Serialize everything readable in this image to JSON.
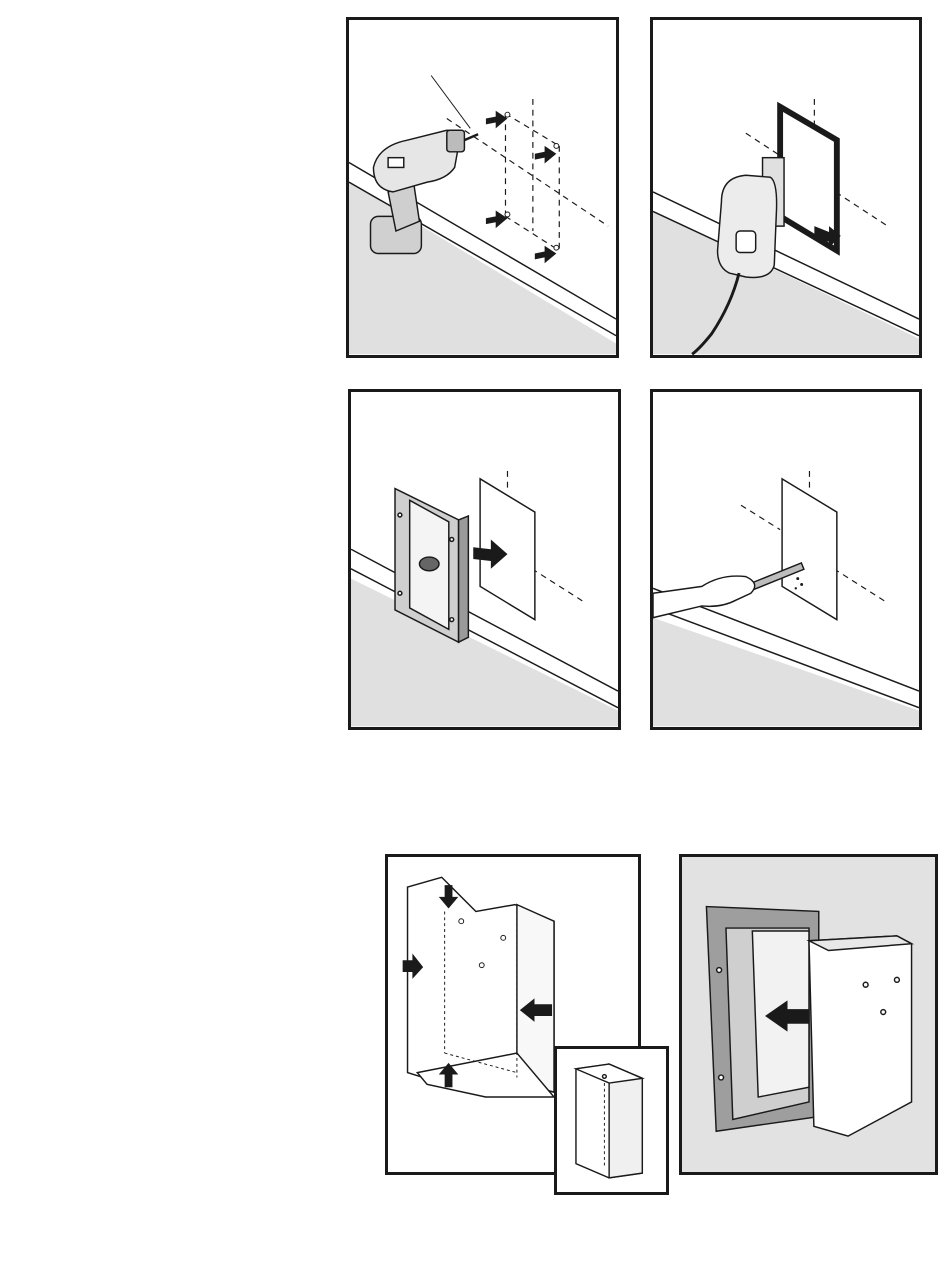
{
  "document": {
    "type": "installation illustration sheet",
    "steps": [
      {
        "name": "drill-pilot-holes"
      },
      {
        "name": "cut-opening-with-saw"
      },
      {
        "name": "insert-door-frame"
      },
      {
        "name": "clean-opening-edges"
      },
      {
        "name": "fold-tunnel-extension"
      },
      {
        "name": "assembled-tunnel-detail"
      },
      {
        "name": "attach-tunnel-to-frame"
      }
    ]
  },
  "colors": {
    "wall_gray": "#e0e0e0",
    "line": "#1a1a1a",
    "arrow": "#1a1a1a"
  }
}
